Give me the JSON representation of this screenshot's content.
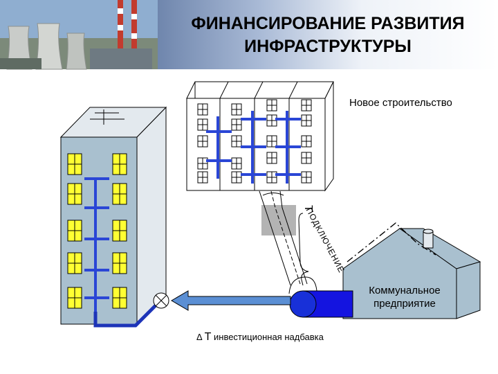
{
  "title": {
    "line1": "ФИНАНСИРОВАНИЕ РАЗВИТИЯ",
    "line2": "ИНФРАСТРУКТУРЫ"
  },
  "labels": {
    "new_construction": "Новое строительство",
    "utility_line1": "Коммунальное",
    "utility_line2": "предприятие",
    "connection_t": "Т",
    "connection_word": "ПОДКЛЮЧЕНИЕ",
    "delta_symbol": "Δ",
    "delta_t": "Т",
    "investment_markup": "инвестиционная надбавка"
  },
  "colors": {
    "building_front": "#a9c0cf",
    "building_side": "#e3e9ee",
    "window_fill": "#ffff33",
    "pipe": "#2a46d6",
    "arrow_fill": "#5b8fd4",
    "utility_pipe": "#1414e0",
    "shaded_box": "#b3b3b3"
  },
  "icons": [
    "power-plant-photo",
    "antenna-icon",
    "valve-icon",
    "pump-icon",
    "chimney-icon"
  ]
}
